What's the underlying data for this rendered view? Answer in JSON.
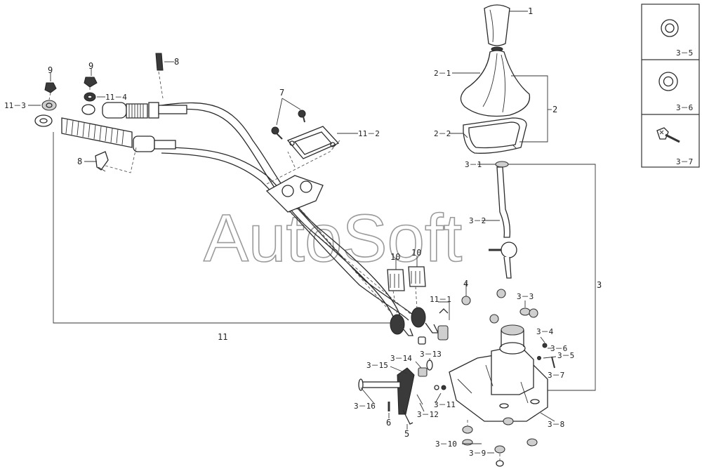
{
  "watermark": "AutoSoft",
  "callouts": {
    "c1": "1",
    "c2": "2",
    "c2_1": "2－1",
    "c2_2": "2－2",
    "c3": "3",
    "c3_1": "3－1",
    "c3_2": "3－2",
    "c3_3": "3－3",
    "c3_4": "3－4",
    "c3_5": "3－5",
    "c3_6": "3－6",
    "c3_7": "3－7",
    "c3_8": "3－8",
    "c3_9": "3－9",
    "c3_10": "3－10",
    "c3_11": "3－11",
    "c3_12": "3－12",
    "c3_13": "3－13",
    "c3_14": "3－14",
    "c3_15": "3－15",
    "c3_16": "3－16",
    "c4": "4",
    "c5": "5",
    "c6": "6",
    "c7": "7",
    "c8a": "8",
    "c8b": "8",
    "c9a": "9",
    "c9b": "9",
    "c10a": "10",
    "c10b": "10",
    "c11": "11",
    "c11_1": "11－1",
    "c11_2": "11－2",
    "c11_3": "11－3",
    "c11_4": "11－4"
  },
  "inset": {
    "box1": "3－5",
    "box2": "3－6",
    "box3": "3－7"
  }
}
